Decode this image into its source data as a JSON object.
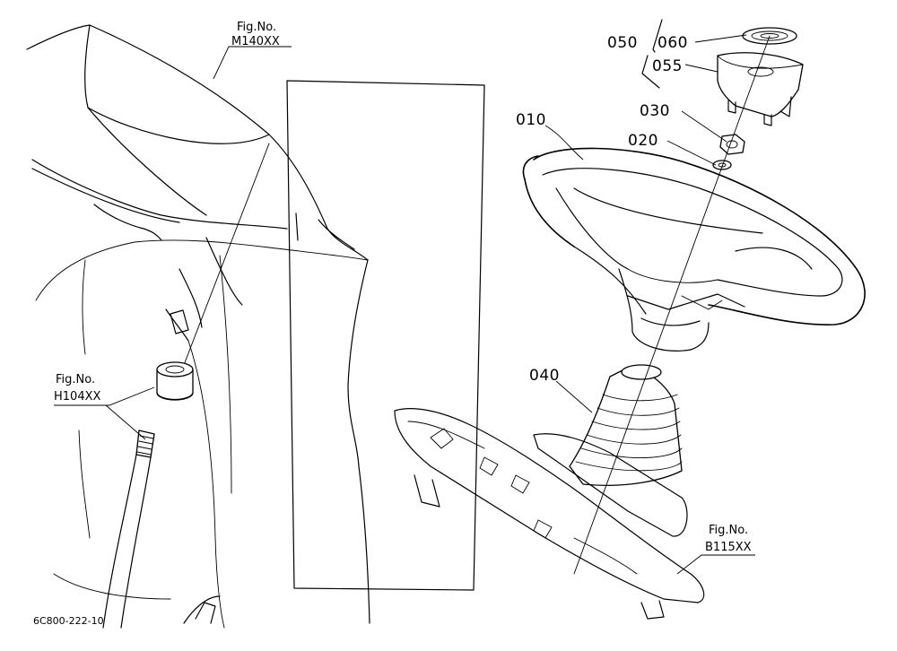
{
  "callouts": {
    "c010": "010",
    "c020": "020",
    "c030": "030",
    "c040": "040",
    "c050": "050",
    "c055": "055",
    "c060": "060"
  },
  "figure_refs": {
    "m140": {
      "caption": "Fig.No.",
      "number": "M140XX"
    },
    "h104": {
      "caption": "Fig.No.",
      "number": "H104XX"
    },
    "b115": {
      "caption": "Fig.No.",
      "number": "B115XX"
    }
  },
  "document_id": "6C800-222-10"
}
